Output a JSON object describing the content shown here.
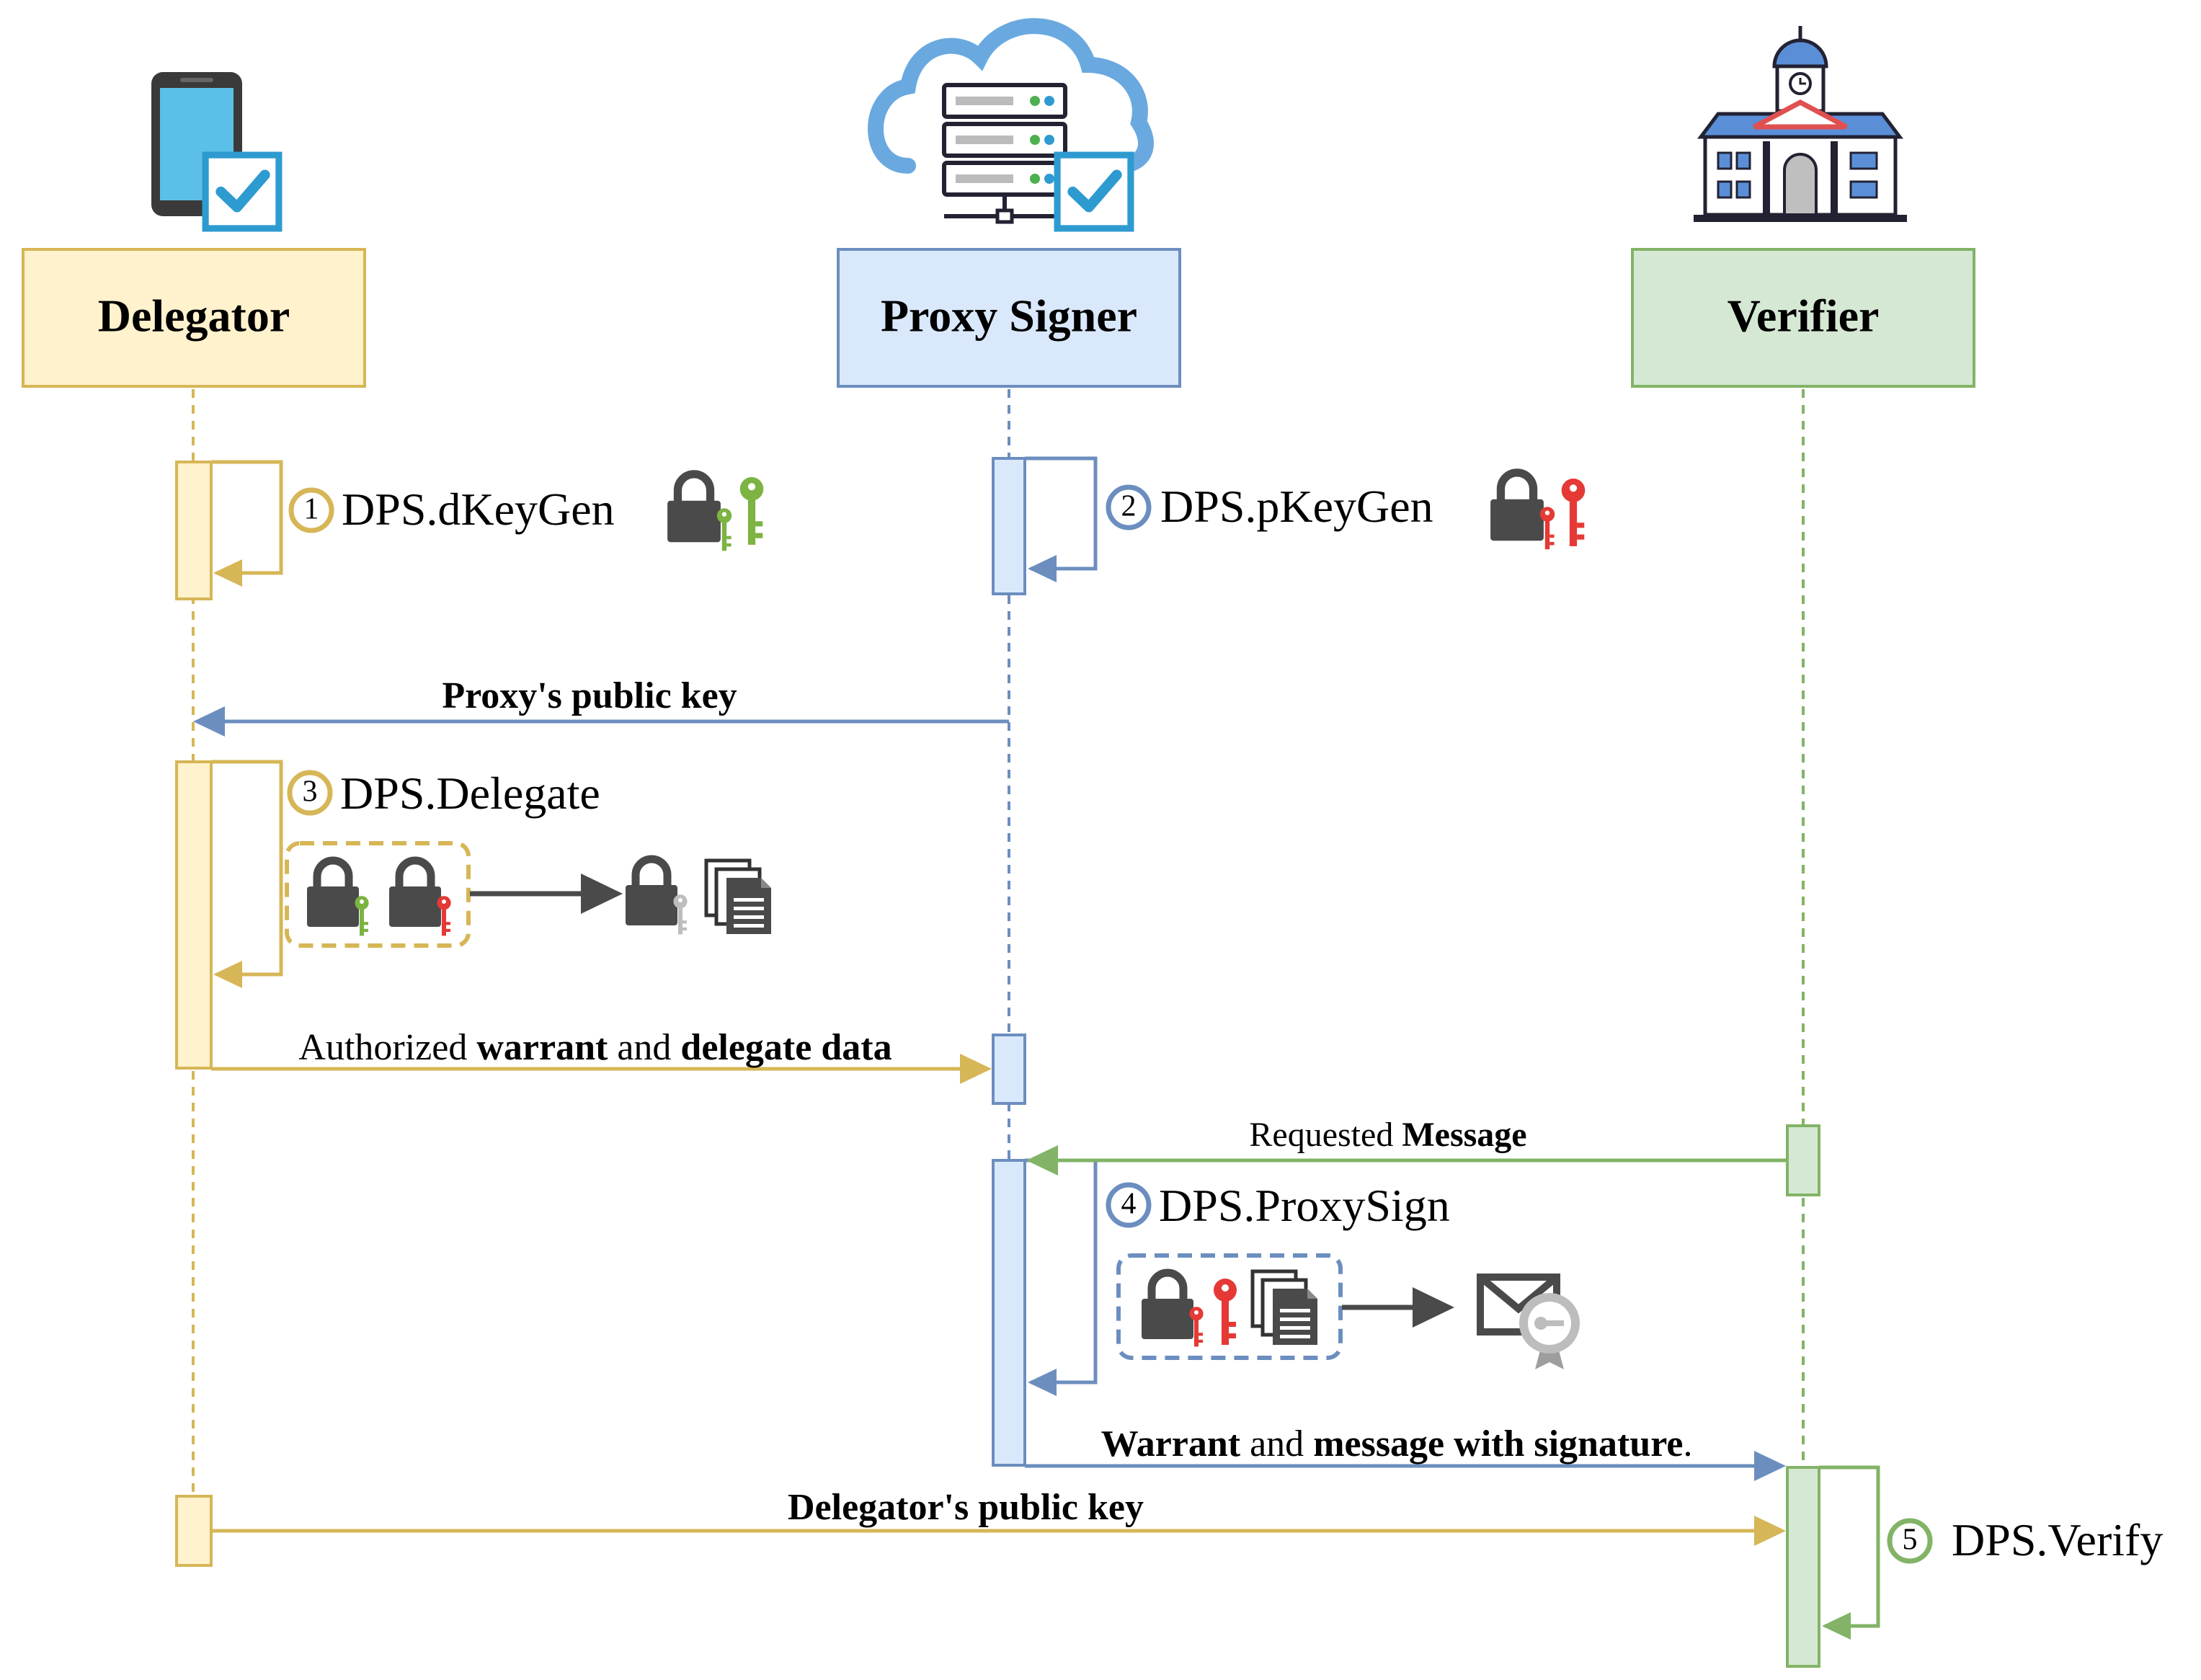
{
  "actors": {
    "delegator": "Delegator",
    "proxy": "Proxy Signer",
    "verifier": "Verifier"
  },
  "steps": [
    {
      "num": "1",
      "label": "DPS.dKeyGen"
    },
    {
      "num": "2",
      "label": "DPS.pKeyGen"
    },
    {
      "num": "3",
      "label": "DPS.Delegate"
    },
    {
      "num": "4",
      "label": "DPS.ProxySign"
    },
    {
      "num": "5",
      "label": "DPS.Verify"
    }
  ],
  "messages": {
    "proxy_pubkey": "Proxy's public key",
    "auth_pre": "Authorized ",
    "auth_warrant": "warrant",
    "auth_and": " and ",
    "auth_delegate": "delegate data",
    "req_pre": "Requested ",
    "req_msg": "Message",
    "sig_warrant": "Warrant",
    "sig_and": " and ",
    "sig_msg": "message with signature",
    "sig_end": ".",
    "delegator_pubkey": "Delegator's public key"
  },
  "colors": {
    "delegator_fill": "#fff2cc",
    "delegator_stroke": "#d6b656",
    "proxy_fill": "#dae8fc",
    "proxy_stroke": "#6c8ebf",
    "verifier_fill": "#d5e8d4",
    "verifier_stroke": "#82b366",
    "key_green": "#7cb342",
    "key_red": "#e53935",
    "key_gray": "#bdbdbd",
    "lock_dark": "#4a4a4a"
  },
  "icons": [
    "smartphone-check-icon",
    "cloud-server-check-icon",
    "government-building-icon",
    "lock-icon",
    "key-icon",
    "documents-icon",
    "signed-envelope-icon"
  ]
}
